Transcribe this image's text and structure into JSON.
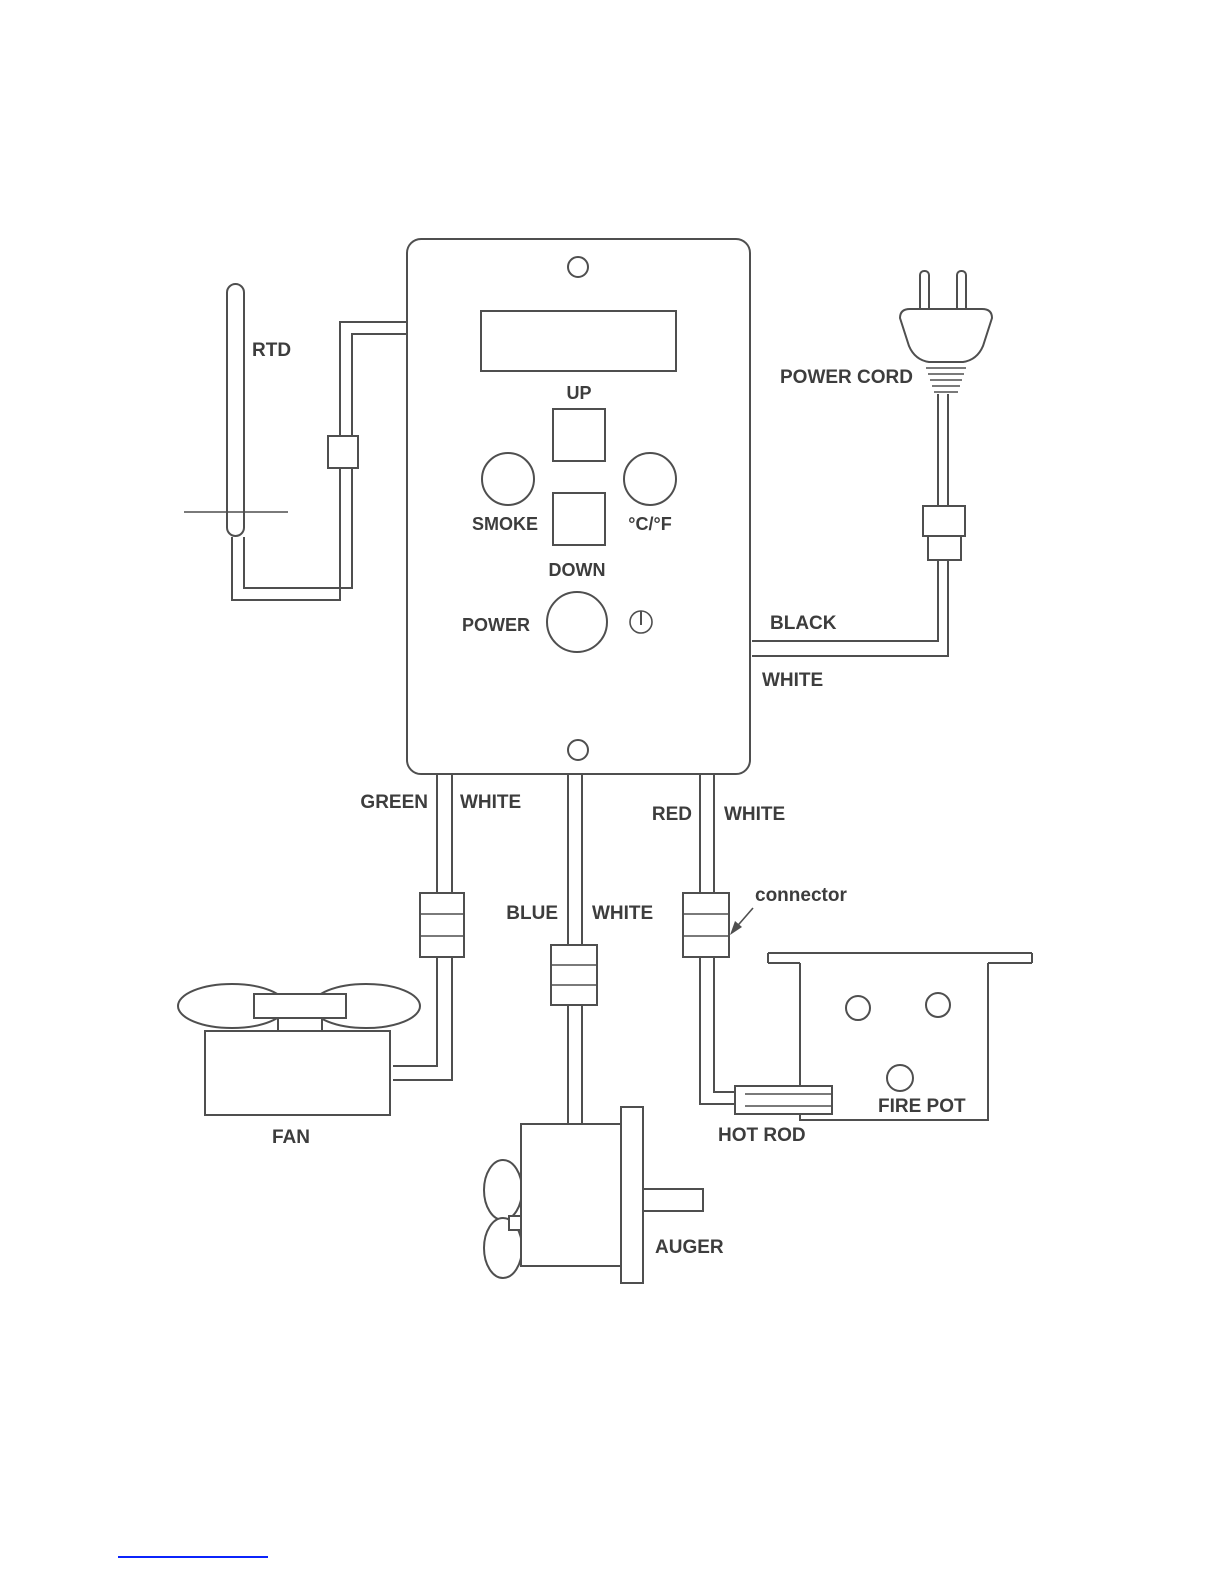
{
  "diagram_title": "pellet-grill-controller-wiring-diagram",
  "labels": {
    "rtd": "RTD",
    "power_cord": "POWER CORD",
    "up": "UP",
    "smoke": "SMOKE",
    "temp_unit": "°C/°F",
    "down": "DOWN",
    "power": "POWER",
    "black": "BLACK",
    "white_power_cord": "WHITE",
    "green": "GREEN",
    "white_green_pair": "WHITE",
    "blue": "BLUE",
    "white_blue_pair": "WHITE",
    "red": "RED",
    "white_red_pair": "WHITE",
    "connector": "connector",
    "fan": "FAN",
    "auger": "AUGER",
    "hot_rod": "HOT ROD",
    "fire_pot": "FIRE POT"
  },
  "colors": {
    "line": "#4f4f4f",
    "label": "#3d3d3d",
    "link": "#0b24fb"
  }
}
